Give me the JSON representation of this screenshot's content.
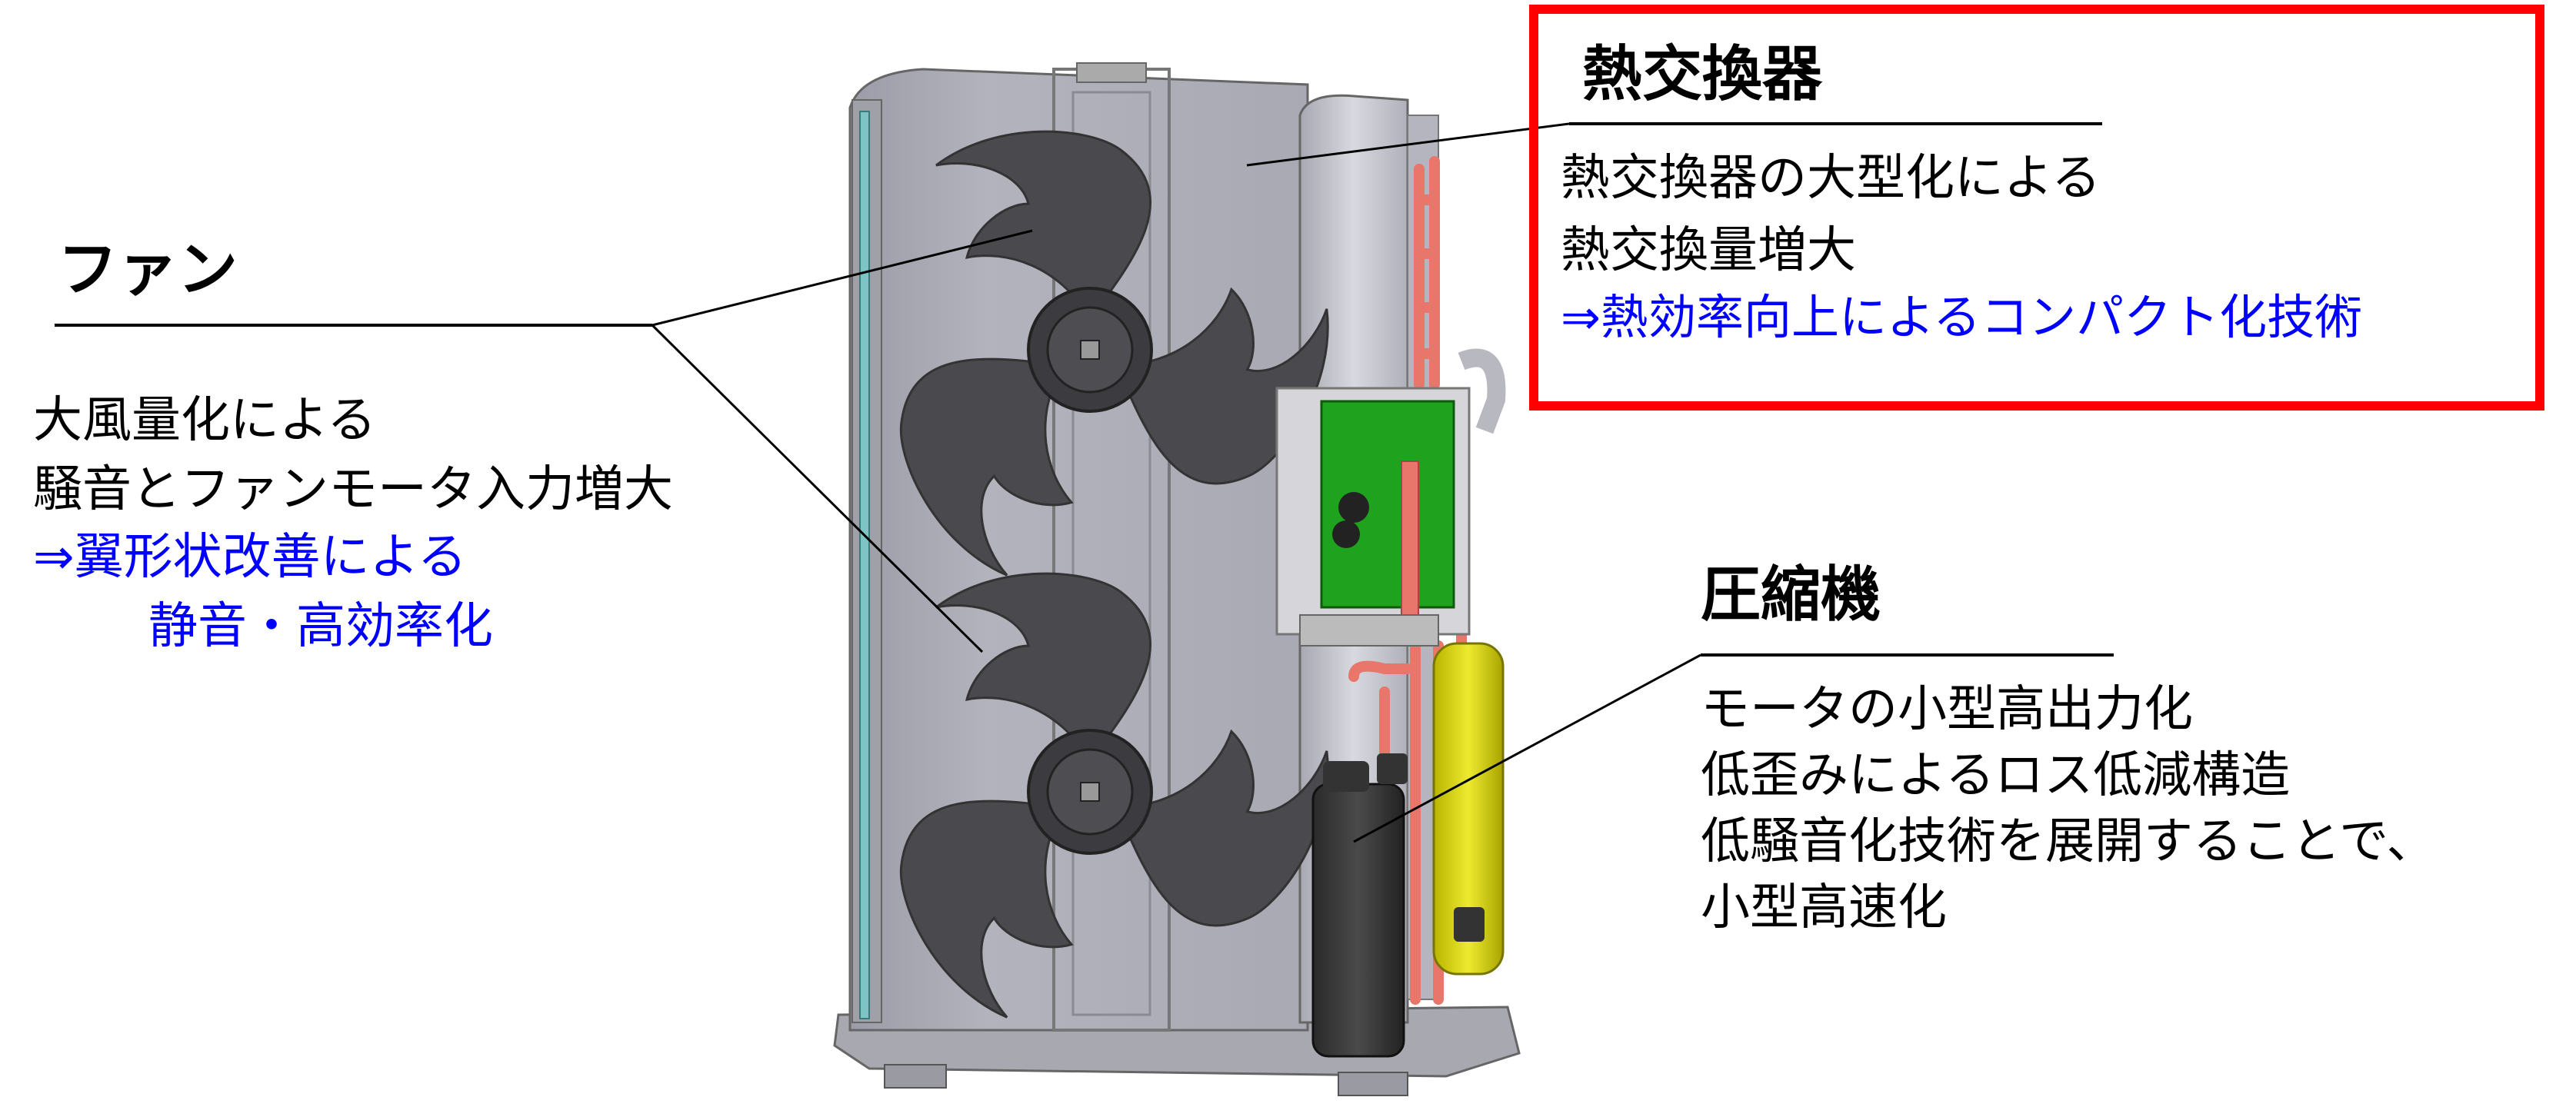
{
  "fan": {
    "title": "ファン",
    "lines": [
      "大風量化による",
      "騒音とファンモータ入力増大"
    ],
    "improvement": [
      "⇒翼形状改善による",
      "静音・高効率化"
    ]
  },
  "heat_exchanger": {
    "title": "熱交換器",
    "lines": [
      "熱交換器の大型化による",
      "熱交換量増大"
    ],
    "improvement": [
      "⇒熱効率向上によるコンパクト化技術"
    ],
    "highlight_color": "#ff0000"
  },
  "compressor": {
    "title": "圧縮機",
    "lines": [
      "モータの小型高出力化",
      "低歪みによるロス低減構造",
      "低騒音化技術を展開することで、",
      "小型高速化"
    ]
  },
  "colors": {
    "improvement_text": "#0000ff",
    "pcb": "#1fa31f",
    "accumulator": "#d8d400",
    "pipes": "#e8766a"
  }
}
